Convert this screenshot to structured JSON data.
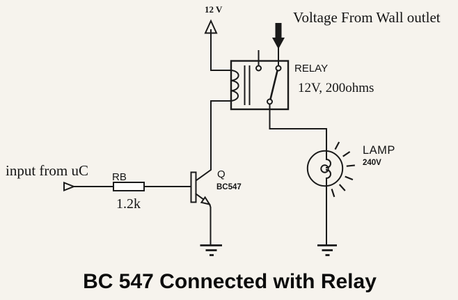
{
  "colors": {
    "background": "#f6f3ed",
    "ink": "#1a1a1a"
  },
  "supply": {
    "label": "12 V"
  },
  "wall_outlet": {
    "label": "Voltage From Wall outlet"
  },
  "relay": {
    "name": "RELAY",
    "spec": "12V, 200ohms"
  },
  "lamp": {
    "name": "LAMP",
    "spec": "240V"
  },
  "input": {
    "label": "input from uC"
  },
  "resistor": {
    "name": "RB",
    "value": "1.2k"
  },
  "transistor": {
    "ref": "Q",
    "part": "BC547"
  },
  "title": "BC 547 Connected with Relay"
}
